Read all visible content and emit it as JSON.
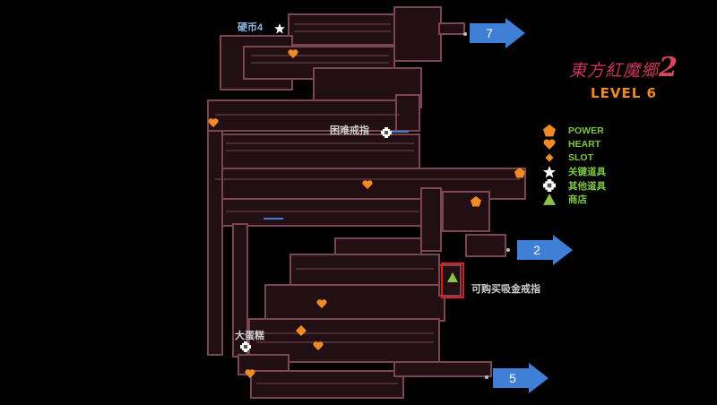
{
  "legend": {
    "title_game": "東方紅魔郷",
    "title_num": "2",
    "level": "LEVEL 6",
    "items": [
      {
        "icon": "power-pentagon-icon",
        "label": "POWER",
        "color": "#f08a24"
      },
      {
        "icon": "heart-icon",
        "label": "HEART",
        "color": "#f08a24"
      },
      {
        "icon": "slot-diamond-icon",
        "label": "SLOT",
        "color": "#f08a24"
      },
      {
        "icon": "star-icon",
        "label": "关键道具",
        "color": "#ffffff"
      },
      {
        "icon": "item-gear-icon",
        "label": "其他道具",
        "color": "#ffffff"
      },
      {
        "icon": "shop-triangle-icon",
        "label": "商店",
        "color": "#8bc34a"
      }
    ]
  },
  "labels": {
    "coin": "硬币4",
    "hard_ring": "困难戒指",
    "big_cake": "大蛋糕",
    "shop_note": "可购买吸金戒指"
  },
  "exits": {
    "top": "7",
    "right": "2",
    "bottom": "5"
  },
  "colors": {
    "wall": "#7a4652",
    "room": "#2a1218",
    "accent": "#f08a24",
    "exit_arrow": "#3f7fd6",
    "shop_box": "#e01b1b"
  }
}
